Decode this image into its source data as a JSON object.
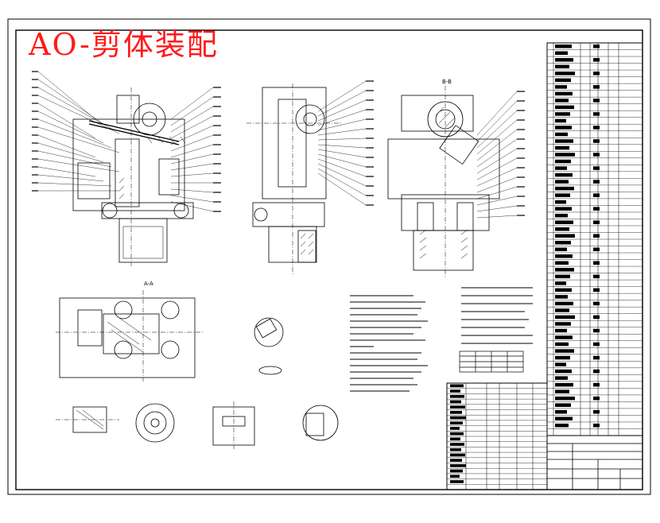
{
  "drawing": {
    "title": "AO-剪体装配",
    "ink_color": "#000000",
    "title_color": "#ff1a1a",
    "sections": [
      "A-A",
      "B-B"
    ]
  },
  "parts_list": {
    "row_count": 58
  },
  "bom_table": {
    "row_count": 20
  },
  "callouts": {
    "left_count": 16,
    "right_count": 14
  }
}
